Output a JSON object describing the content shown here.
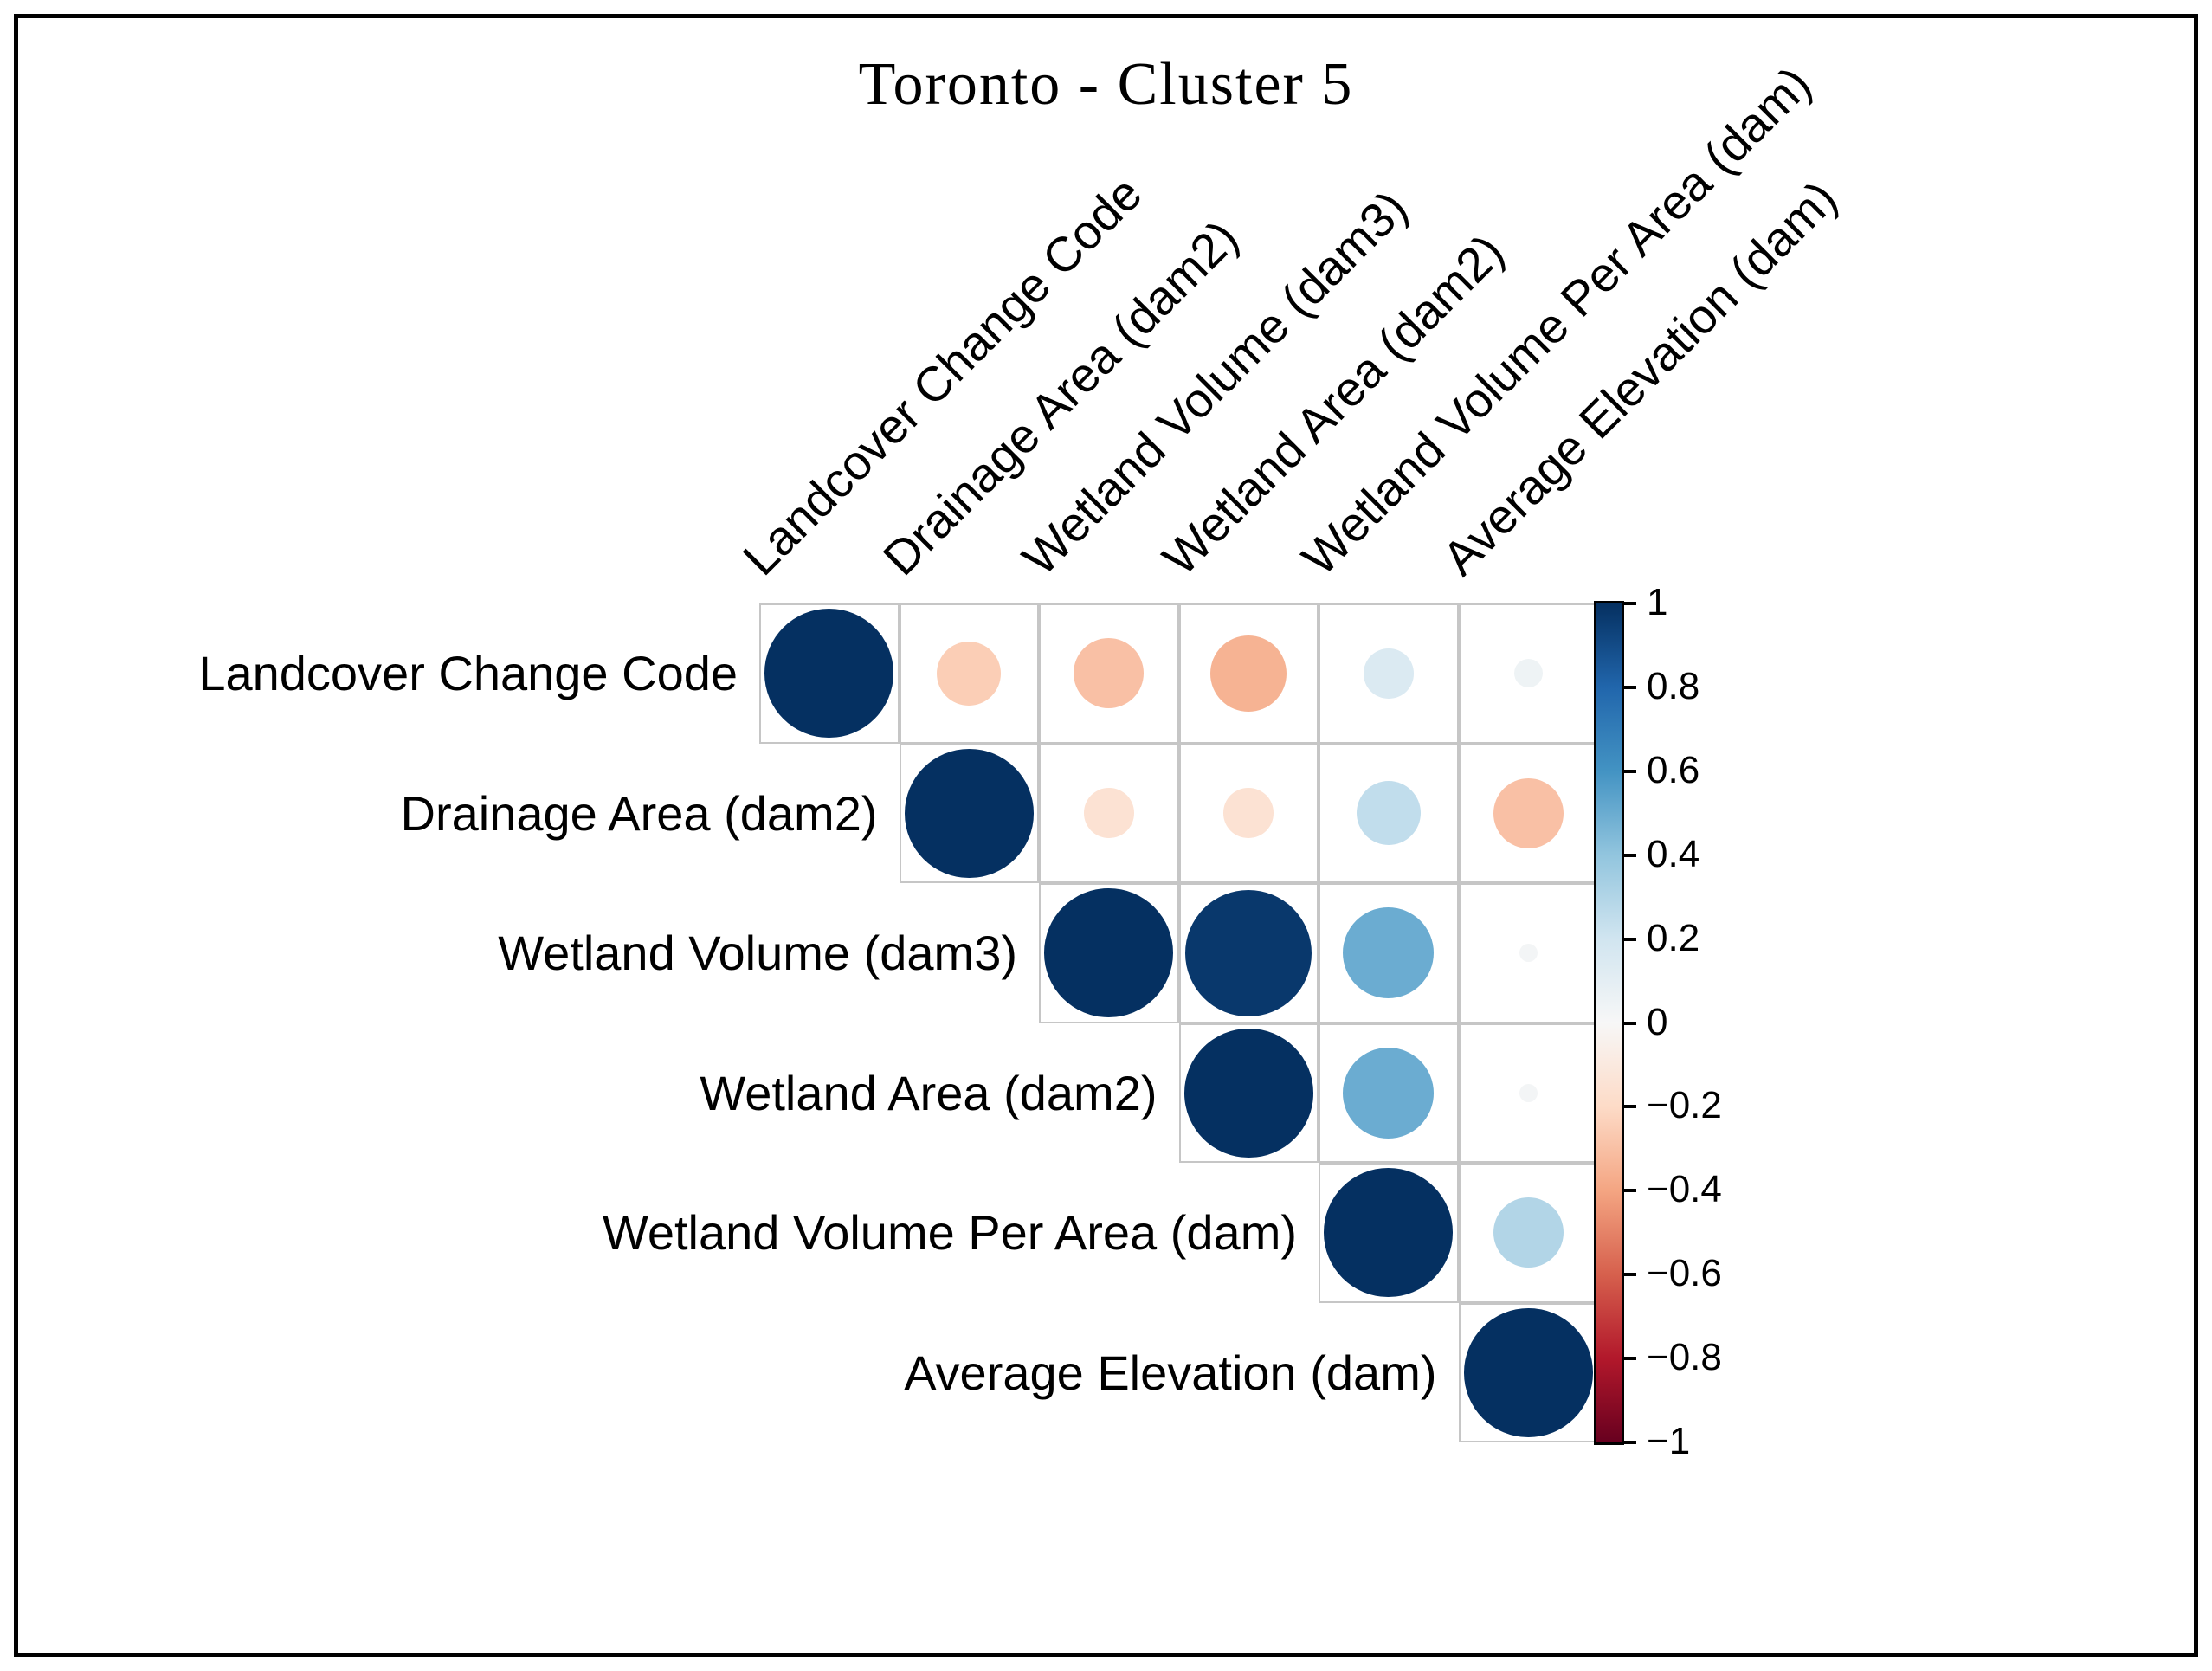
{
  "figure": {
    "title": "Toronto - Cluster 5"
  },
  "chart_data": {
    "type": "correlation-matrix",
    "title": "Toronto - Cluster 5",
    "layout": "upper-triangle-with-diagonal",
    "method": "circle",
    "variables": [
      "Landcover Change Code",
      "Drainage Area (dam2)",
      "Wetland Volume (dam3)",
      "Wetland Area (dam2)",
      "Wetland Volume Per Area (dam)",
      "Average Elevation (dam)"
    ],
    "matrix_upper_rows": [
      [
        1,
        -0.25,
        -0.3,
        -0.35,
        0.15,
        0.05
      ],
      [
        1,
        -0.15,
        -0.15,
        0.25,
        -0.3
      ],
      [
        1,
        0.97,
        0.5,
        0.02
      ],
      [
        1,
        0.5,
        0.02
      ],
      [
        1,
        0.3
      ],
      [
        1
      ]
    ],
    "colorbar": {
      "orientation": "vertical-right",
      "min": -1,
      "max": 1,
      "tick_step": 0.2,
      "tick_labels": [
        "1",
        "0.8",
        "0.6",
        "0.4",
        "0.2",
        "0",
        "−0.2",
        "−0.4",
        "−0.6",
        "−0.8",
        "−1"
      ],
      "palette_anchors_neg1_to_pos1": [
        "#67001f",
        "#b2182b",
        "#d6604d",
        "#f4a582",
        "#fddbc7",
        "#f7f7f7",
        "#d1e5f0",
        "#92c5de",
        "#4393c3",
        "#2166ac",
        "#053061"
      ]
    },
    "style": {
      "background": "#ffffff",
      "frame_color": "#000000",
      "grid_line_color": "#c6c6c6",
      "max_circle_fill_ratio": 0.92,
      "diagonal_color": "#053061"
    }
  }
}
